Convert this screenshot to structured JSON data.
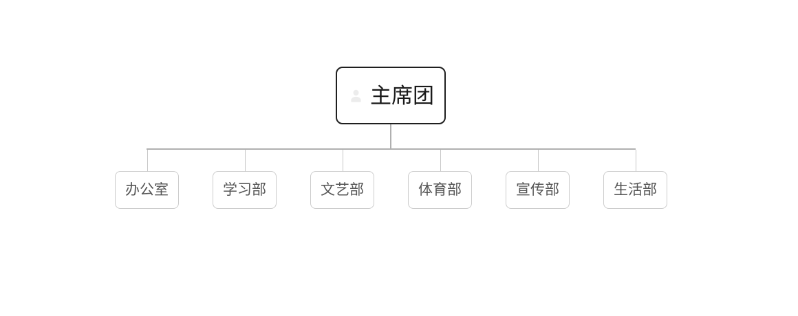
{
  "chart": {
    "type": "org-chart",
    "root": {
      "label": "主席团",
      "icon": "user-icon"
    },
    "children": [
      {
        "label": "办公室"
      },
      {
        "label": "学习部"
      },
      {
        "label": "文艺部"
      },
      {
        "label": "体育部"
      },
      {
        "label": "宣传部"
      },
      {
        "label": "生活部"
      }
    ]
  },
  "colors": {
    "background": "#ffffff",
    "root_border": "#1f1f1f",
    "root_text": "#1a1a1a",
    "node_border": "#cccccc",
    "node_text": "#555555",
    "connector": "#b0b0b0",
    "connector_light": "#c7c7c7",
    "icon": "#ececec"
  }
}
